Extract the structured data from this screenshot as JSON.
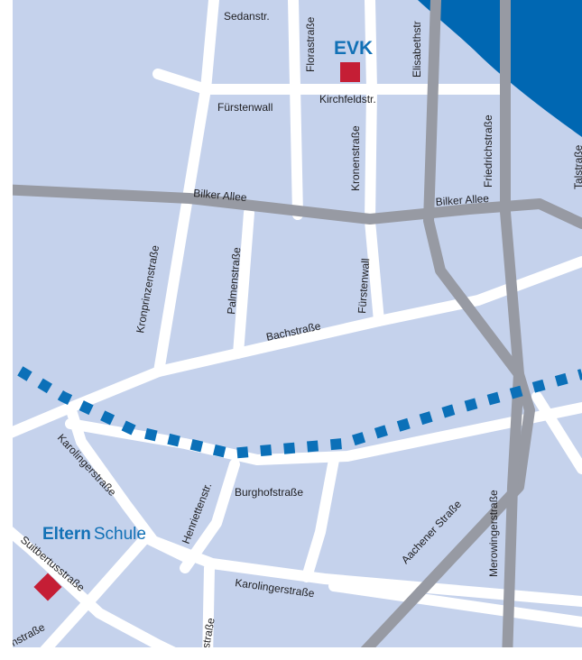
{
  "map": {
    "colors": {
      "background": "#c5d2ec",
      "frame": "#ffffff",
      "street": "#ffffff",
      "main_road": "#979aa3",
      "rail": "#0b70b8",
      "water": "#0067b2",
      "marker": "#c51e35",
      "brand_blue": "#1271b6",
      "label": "#1f1f22"
    },
    "markers": {
      "evk": "EVK",
      "elternschule_bold": "Eltern",
      "elternschule_light": "Schule"
    },
    "streets": {
      "sedanstr": "Sedanstr.",
      "florastrasse": "Florastraße",
      "elisabethstrasse": "Elisabethstr",
      "fuerstenwall_top": "Fürstenwall",
      "kirchfeldstr": "Kirchfeldstr.",
      "kronenstrasse": "Kronenstraße",
      "friedrichstrasse": "Friedrichstraße",
      "talstrasse": "Talstraße",
      "bilker_allee_left": "Bilker Allee",
      "bilker_allee_right": "Bilker Allee",
      "kronprinzenstrasse": "Kronprinzenstraße",
      "palmenstrasse": "Palmenstraße",
      "fuerstenwall_mid": "Fürstenwall",
      "bachstrasse": "Bachstraße",
      "karolingerstrasse_diag": "Karolingerstraße",
      "henriettenstr": "Henriettenstr.",
      "burghofstrasse": "Burghofstraße",
      "aachener_strasse": "Aachener Straße",
      "merowingerstrasse": "Merowingerstraße",
      "suitbertusstrasse": "Suitbertusstraße",
      "karolingerstrasse_bottom": "Karolingerstraße",
      "strasse_bottom_left": "etenstraße",
      "strasse_bottom_mid": "urstraße"
    }
  }
}
